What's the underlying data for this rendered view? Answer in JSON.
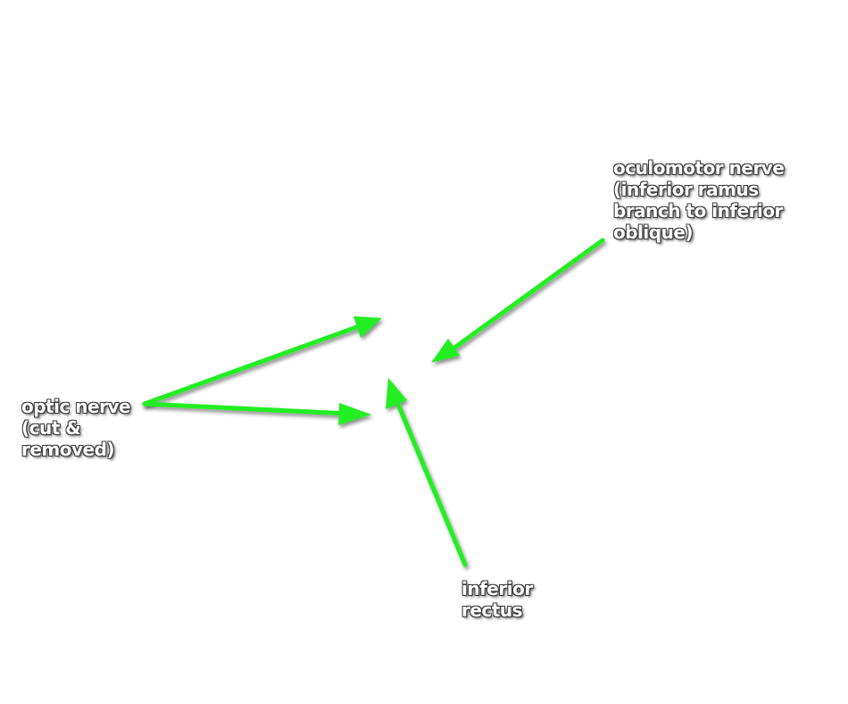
{
  "labels": {
    "oculomotor_nerve": {
      "lines": [
        "oculomotor nerve",
        "(inferior ramus",
        "branch to inferior",
        "oblique)"
      ]
    },
    "optic_nerve": {
      "lines": [
        "optic nerve",
        "(cut &",
        "removed)"
      ]
    },
    "inferior_rectus": {
      "lines": [
        "inferior",
        "rectus"
      ]
    }
  },
  "colors": {
    "arrow": "#22ee22",
    "label_text": "#ffffff",
    "label_outline": "#3a3a3a",
    "background": "#ffffff"
  }
}
